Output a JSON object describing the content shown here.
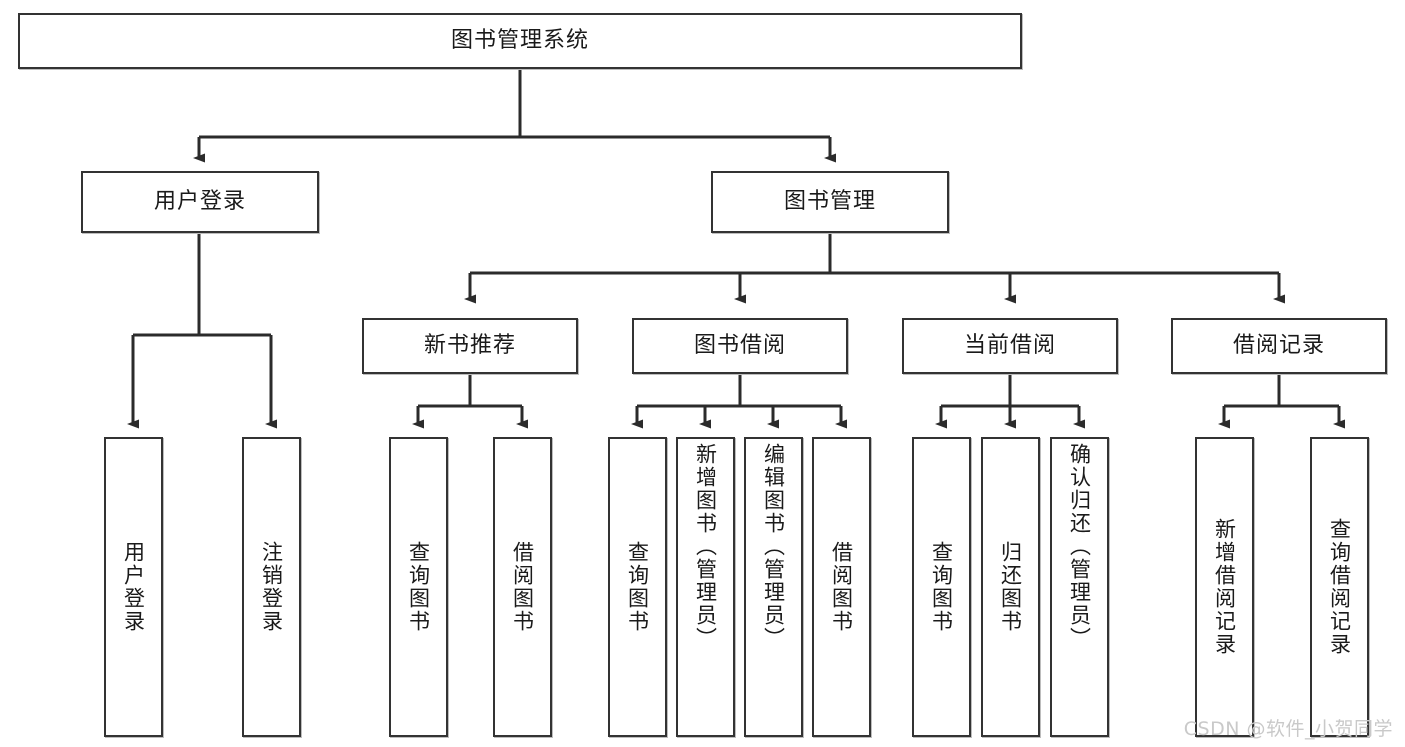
{
  "diagram": {
    "type": "tree-hierarchy",
    "title": "图书管理系统",
    "orientation": "top-down",
    "colors": {
      "box_border": "#333333",
      "box_fill": "#ffffff",
      "edge": "#2b2b2b",
      "text": "#1a1a1a",
      "watermark": "#c9c9c9"
    },
    "nodes": {
      "root": {
        "label": "图书管理系统",
        "level": 0
      },
      "user_login": {
        "label": "用户登录",
        "level": 1
      },
      "book_manage": {
        "label": "图书管理",
        "level": 1
      },
      "new_book_rec": {
        "label": "新书推荐",
        "level": 2
      },
      "book_borrow": {
        "label": "图书借阅",
        "level": 2
      },
      "current_borrow": {
        "label": "当前借阅",
        "level": 2
      },
      "borrow_record": {
        "label": "借阅记录",
        "level": 2
      },
      "leaf_user_login": {
        "label": "用户登录",
        "level": 3
      },
      "leaf_logout": {
        "label": "注销登录",
        "level": 3
      },
      "leaf_query_book_1": {
        "label": "查询图书",
        "level": 3
      },
      "leaf_borrow_book_1": {
        "label": "借阅图书",
        "level": 3
      },
      "leaf_query_book_2": {
        "label": "查询图书",
        "level": 3
      },
      "leaf_add_book": {
        "label": "新增图书（管理员）",
        "level": 3
      },
      "leaf_edit_book": {
        "label": "编辑图书（管理员）",
        "level": 3
      },
      "leaf_borrow_book_2": {
        "label": "借阅图书",
        "level": 3
      },
      "leaf_query_book_3": {
        "label": "查询图书",
        "level": 3
      },
      "leaf_return_book": {
        "label": "归还图书",
        "level": 3
      },
      "leaf_confirm_return": {
        "label": "确认归还（管理员）",
        "level": 3
      },
      "leaf_add_record": {
        "label": "新增借阅记录",
        "level": 3
      },
      "leaf_query_record": {
        "label": "查询借阅记录",
        "level": 3
      }
    },
    "edges": [
      {
        "from": "root",
        "to": "user_login"
      },
      {
        "from": "root",
        "to": "book_manage"
      },
      {
        "from": "user_login",
        "to": "leaf_user_login"
      },
      {
        "from": "user_login",
        "to": "leaf_logout"
      },
      {
        "from": "book_manage",
        "to": "new_book_rec"
      },
      {
        "from": "book_manage",
        "to": "book_borrow"
      },
      {
        "from": "book_manage",
        "to": "current_borrow"
      },
      {
        "from": "book_manage",
        "to": "borrow_record"
      },
      {
        "from": "new_book_rec",
        "to": "leaf_query_book_1"
      },
      {
        "from": "new_book_rec",
        "to": "leaf_borrow_book_1"
      },
      {
        "from": "book_borrow",
        "to": "leaf_query_book_2"
      },
      {
        "from": "book_borrow",
        "to": "leaf_add_book"
      },
      {
        "from": "book_borrow",
        "to": "leaf_edit_book"
      },
      {
        "from": "book_borrow",
        "to": "leaf_borrow_book_2"
      },
      {
        "from": "current_borrow",
        "to": "leaf_query_book_3"
      },
      {
        "from": "current_borrow",
        "to": "leaf_return_book"
      },
      {
        "from": "current_borrow",
        "to": "leaf_confirm_return"
      },
      {
        "from": "borrow_record",
        "to": "leaf_add_record"
      },
      {
        "from": "borrow_record",
        "to": "leaf_query_record"
      }
    ]
  },
  "watermark": {
    "text": "CSDN @软件_小贺同学"
  }
}
